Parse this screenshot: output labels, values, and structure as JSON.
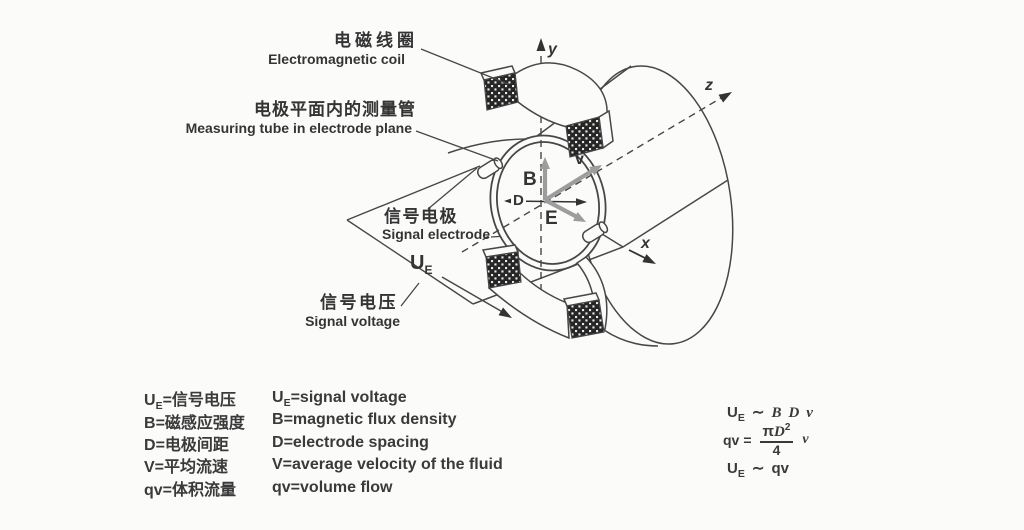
{
  "diagram": {
    "labels": {
      "coil_cn": "电磁线圈",
      "coil_en": "Electromagnetic coil",
      "tube_cn": "电极平面内的测量管",
      "tube_en": "Measuring tube in electrode plane",
      "electrode_cn": "信号电极",
      "electrode_en": "Signal electrode",
      "voltage_cn": "信号电压",
      "voltage_en": "Signal voltage",
      "ue_sym": "U",
      "ue_sub": "E"
    },
    "axes": {
      "x": "x",
      "y": "y",
      "z": "z"
    },
    "vectors": {
      "b": "B",
      "d": "D",
      "e": "E",
      "v": "v"
    }
  },
  "legend": {
    "rows": [
      {
        "sym": "U",
        "sub": "E",
        "cn": "=信号电压",
        "en_sym": "U",
        "en_sub": "E",
        "en": "=signal voltage"
      },
      {
        "sym": "B",
        "sub": "",
        "cn": "=磁感应强度",
        "en_sym": "B",
        "en_sub": "",
        "en": "=magnetic flux density"
      },
      {
        "sym": "D",
        "sub": "",
        "cn": "=电极间距",
        "en_sym": "D",
        "en_sub": "",
        "en": "=electrode spacing"
      },
      {
        "sym": "V",
        "sub": "",
        "cn": "=平均流速",
        "en_sym": "V",
        "en_sub": "",
        "en": "=average velocity of the fluid"
      },
      {
        "sym": "qv",
        "sub": "",
        "cn": "=体积流量",
        "en_sym": "qv",
        "en_sub": "",
        "en": "=volume flow"
      }
    ]
  },
  "formulas": {
    "f1": {
      "sym": "U",
      "sub": "E",
      "rel": "∼",
      "t1": "B",
      "t2": "D",
      "t3": "v"
    },
    "f2": {
      "lhs": "qv",
      "eq": "=",
      "pi": "π",
      "d": "D",
      "exp": "2",
      "den": "4",
      "v": "v"
    },
    "f3": {
      "sym": "U",
      "sub": "E",
      "rel": "∼",
      "rhs": "qv"
    }
  },
  "colors": {
    "line": "#474747",
    "vector": "#9d9d9d",
    "text": "#343434",
    "background": "#fbfbfa"
  }
}
